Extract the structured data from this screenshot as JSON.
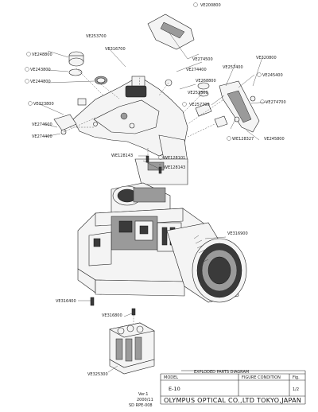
{
  "callouts": [
    {
      "id": "VE200800",
      "text": "VE200800"
    },
    {
      "id": "VE253700",
      "text": "VE253700"
    },
    {
      "id": "VE248800",
      "text": "VE248800"
    },
    {
      "id": "VE316700",
      "text": "VE316700"
    },
    {
      "id": "VE243800",
      "text": "VE243800"
    },
    {
      "id": "VE274500",
      "text": "VE274500"
    },
    {
      "id": "VE244800",
      "text": "VE244800"
    },
    {
      "id": "VE274400",
      "text": "VE274400"
    },
    {
      "id": "VE257400",
      "text": "VE257400"
    },
    {
      "id": "VE320800",
      "text": "VE320800"
    },
    {
      "id": "VE268800",
      "text": "VE268800"
    },
    {
      "id": "VE245400",
      "text": "VE245400"
    },
    {
      "id": "VE323800",
      "text": "VE323800"
    },
    {
      "id": "VE253300",
      "text": "VE253300"
    },
    {
      "id": "VE257700",
      "text": "VE257700"
    },
    {
      "id": "VE274700",
      "text": "VE274700"
    },
    {
      "id": "VE274600",
      "text": "VE274600"
    },
    {
      "id": "VE274400b",
      "text": "VE274400"
    },
    {
      "id": "WE128327",
      "text": "WE128327"
    },
    {
      "id": "VE245800",
      "text": "VE245800"
    },
    {
      "id": "WE128101",
      "text": "WE128101"
    },
    {
      "id": "WE128143a",
      "text": "WE128143"
    },
    {
      "id": "WE128143b",
      "text": "WE128143"
    },
    {
      "id": "VE316900",
      "text": "VE316900"
    },
    {
      "id": "VE316400",
      "text": "VE316400"
    },
    {
      "id": "VE316800",
      "text": "VE316800"
    },
    {
      "id": "VE325300",
      "text": "VE325300"
    }
  ],
  "title_block": {
    "title": "EXPLODED PARTS DIAGRAM",
    "model_label": "MODEL",
    "fig_label": "FIGURE CONDITION",
    "fig_no": "Fig.",
    "model": "E-10",
    "page": "1/2",
    "company": "OLYMPUS OPTICAL CO.,LTD TOKYO,JAPAN",
    "side_code_1": "Ver.1",
    "side_code_2": "2000/11",
    "side_code_3": "SD RPE-008"
  }
}
